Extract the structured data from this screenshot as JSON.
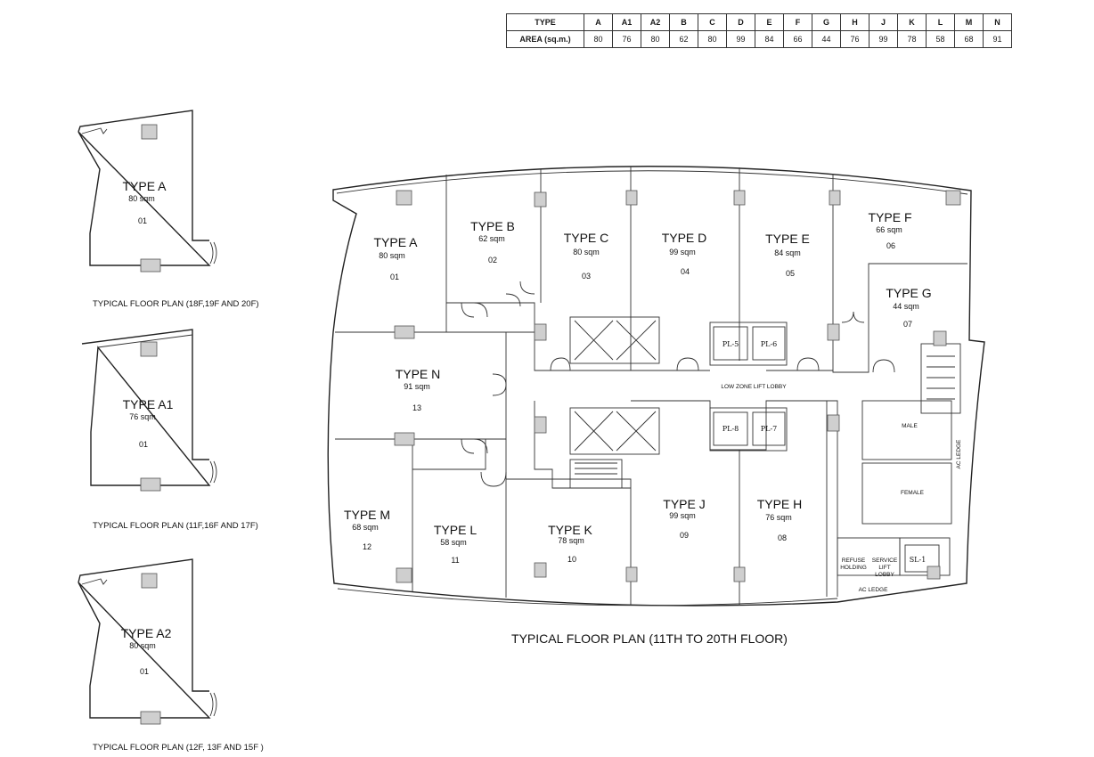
{
  "area_table": {
    "row_header_type": "TYPE",
    "row_header_area": "AREA (sq.m.)",
    "types": [
      "A",
      "A1",
      "A2",
      "B",
      "C",
      "D",
      "E",
      "F",
      "G",
      "H",
      "J",
      "K",
      "L",
      "M",
      "N"
    ],
    "areas": [
      "80",
      "76",
      "80",
      "62",
      "80",
      "99",
      "84",
      "66",
      "44",
      "76",
      "99",
      "78",
      "58",
      "68",
      "91"
    ]
  },
  "side_plans": [
    {
      "type": "TYPE A",
      "area": "80 sqm",
      "unit": "01",
      "caption": "TYPICAL FLOOR PLAN (18F,19F AND 20F)"
    },
    {
      "type": "TYPE A1",
      "area": "76 sqm",
      "unit": "01",
      "caption": "TYPICAL FLOOR PLAN (11F,16F AND 17F)"
    },
    {
      "type": "TYPE A2",
      "area": "80 sqm",
      "unit": "01",
      "caption": "TYPICAL FLOOR PLAN (12F, 13F AND 15F )"
    }
  ],
  "main_plan": {
    "title": "TYPICAL FLOOR PLAN (11TH TO 20TH FLOOR)",
    "units": [
      {
        "type": "TYPE A",
        "area": "80 sqm",
        "unit": "01"
      },
      {
        "type": "TYPE B",
        "area": "62 sqm",
        "unit": "02"
      },
      {
        "type": "TYPE C",
        "area": "80 sqm",
        "unit": "03"
      },
      {
        "type": "TYPE  D",
        "area": "99 sqm",
        "unit": "04"
      },
      {
        "type": "TYPE E",
        "area": "84 sqm",
        "unit": "05"
      },
      {
        "type": "TYPE F",
        "area": "66 sqm",
        "unit": "06"
      },
      {
        "type": "TYPE G",
        "area": "44 sqm",
        "unit": "07"
      },
      {
        "type": "TYPE N",
        "area": "91 sqm",
        "unit": "13"
      },
      {
        "type": "TYPE M",
        "area": "68 sqm",
        "unit": "12"
      },
      {
        "type": "TYPE L",
        "area": "58 sqm",
        "unit": "11"
      },
      {
        "type": "TYPE K",
        "area": "78 sqm",
        "unit": "10"
      },
      {
        "type": "TYPE J",
        "area": "99 sqm",
        "unit": "09"
      },
      {
        "type": "TYPE H",
        "area": "76 sqm",
        "unit": "08"
      }
    ],
    "lifts": [
      "PL-5",
      "PL-6",
      "PL-8",
      "PL-7",
      "SL-1"
    ],
    "lobby": "LOW ZONE LIFT LOBBY",
    "male": "MALE",
    "female": "FEMALE",
    "refuse_line1": "REFUSE",
    "refuse_line2": "HOLDING",
    "service_line1": "SERVICE",
    "service_line2": "LIFT",
    "service_line3": "LOBBY",
    "ac_ledge": "AC LEDGE"
  }
}
